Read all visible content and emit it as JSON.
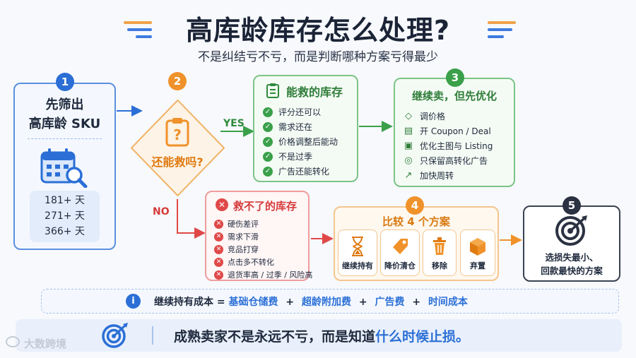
{
  "header": {
    "title": "高库龄库存怎么处理?",
    "subtitle": "不是纠结亏不亏，而是判断哪种方案亏得最少"
  },
  "step1": {
    "number": "1",
    "title_line1": "先筛出",
    "title_line2": "高库龄 SKU",
    "ages": [
      "181+ 天",
      "271+ 天",
      "366+ 天"
    ]
  },
  "step2": {
    "number": "2",
    "question": "还能救吗?",
    "yes": "YES",
    "no": "NO"
  },
  "savable": {
    "title": "能救的库存",
    "items": [
      "评分还可以",
      "需求还在",
      "价格调整后能动",
      "不是过季",
      "广告还能转化"
    ]
  },
  "step3": {
    "number": "3",
    "title": "继续卖，但先优化",
    "items": [
      "调价格",
      "开 Coupon / Deal",
      "优化主图与 Listing",
      "只保留高转化广告",
      "加快周转"
    ]
  },
  "unsavable": {
    "title": "救不了的库存",
    "items": [
      "硬伤差评",
      "需求下滑",
      "竞品打穿",
      "点击多不转化",
      "退货率高 / 过季 / 风险高"
    ]
  },
  "step4": {
    "number": "4",
    "title": "比较 4 个方案",
    "options": [
      "继续持有",
      "降价清仓",
      "移除",
      "弃置"
    ]
  },
  "step5": {
    "number": "5",
    "line1": "选损失最小、",
    "line2": "回款最快的方案"
  },
  "info": {
    "prefix": "继续持有成本 = ",
    "parts": [
      "基础仓储费",
      "超龄附加费",
      "广告费",
      "时间成本"
    ],
    "plus": "+"
  },
  "footer": {
    "text_before": "成熟卖家不是永远不亏，而是知道",
    "text_highlight": "什么时候止损。"
  },
  "watermark": "大数跨境",
  "colors": {
    "blue": "#2b6fd6",
    "orange": "#f0922b",
    "green": "#3aa04a",
    "red": "#e04848",
    "dark": "#1f2a3d"
  }
}
